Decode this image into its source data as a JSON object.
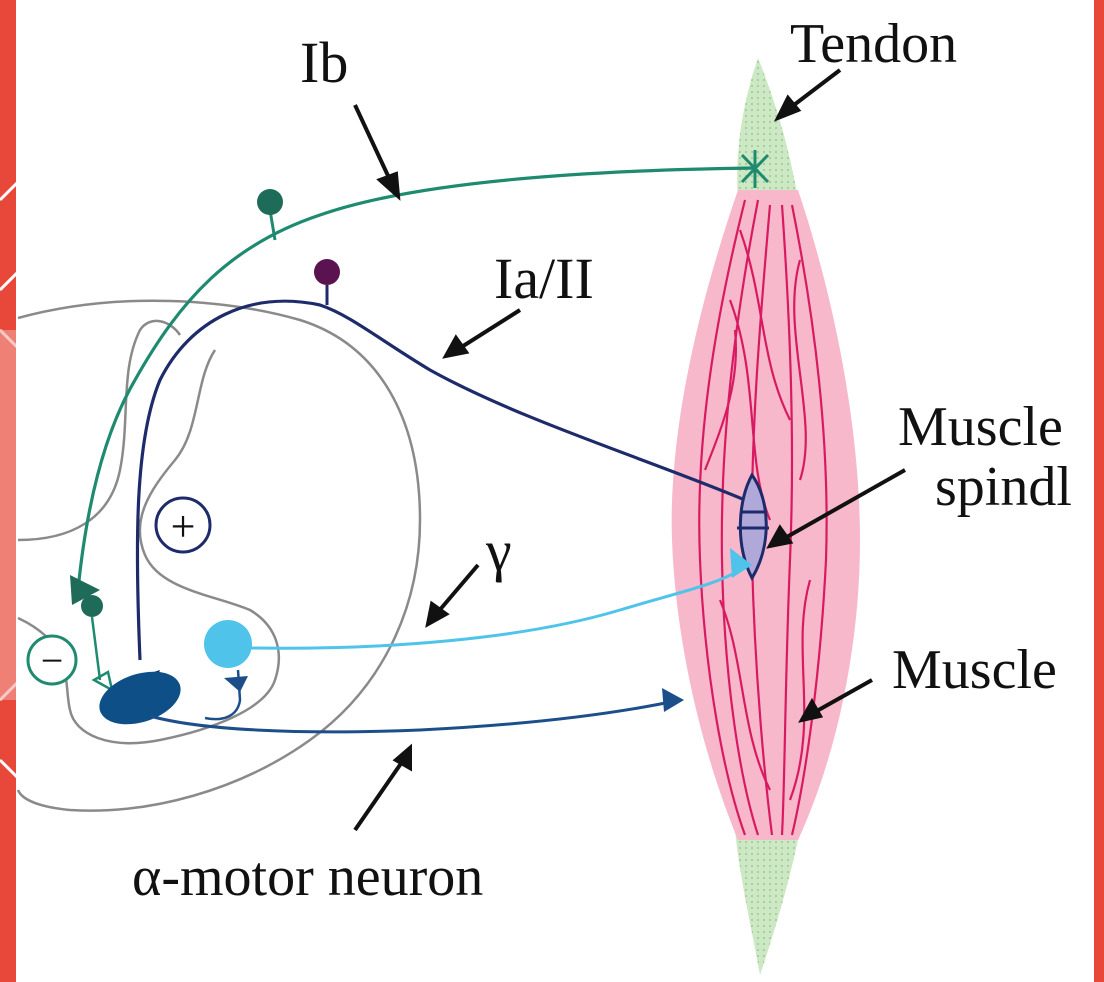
{
  "colors": {
    "frame": "#e8483a",
    "panel": "#ffffff",
    "muscle_fill": "#f7b8cc",
    "muscle_fibers": "#d81b60",
    "tendon": "#b9dcae",
    "ib_fiber": "#1e8a70",
    "ia_fiber": "#1d2b6b",
    "ia_soma": "#5a1250",
    "gamma_fiber": "#4fc3ea",
    "alpha_fiber": "#1c4f8a",
    "alpha_soma": "#0d4f86",
    "spinal_outline": "#8a8a8a",
    "spindle": "#b0a8d8"
  },
  "icons": [
    "plus-circle-icon",
    "minus-circle-icon",
    "arrow-icon"
  ],
  "labels": {
    "tendon": "Tendon",
    "ib": "Ib",
    "ia_ii": "Ia/II",
    "muscle_spindle_line1": "Muscle",
    "muscle_spindle_line2": "spindl",
    "gamma": "γ",
    "muscle": "Muscle",
    "alpha_motor_neuron": "α-motor neuron",
    "plus_sign": "+",
    "minus_sign": "−"
  }
}
